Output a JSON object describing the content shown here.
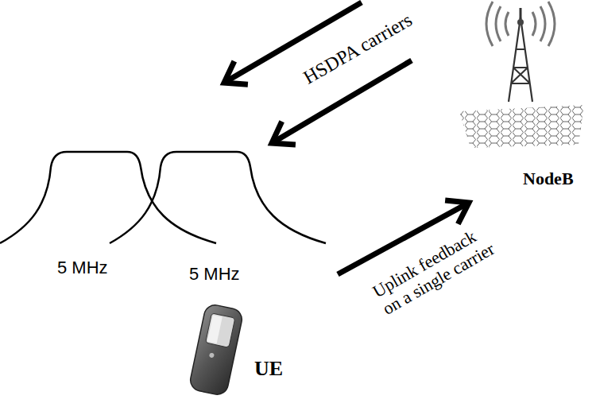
{
  "diagram": {
    "labels": [
      "HSDPA carriers",
      "5 MHz",
      "5 MHz",
      "NodeB",
      "Uplink feedback on a single carrier",
      "UE"
    ]
  }
}
